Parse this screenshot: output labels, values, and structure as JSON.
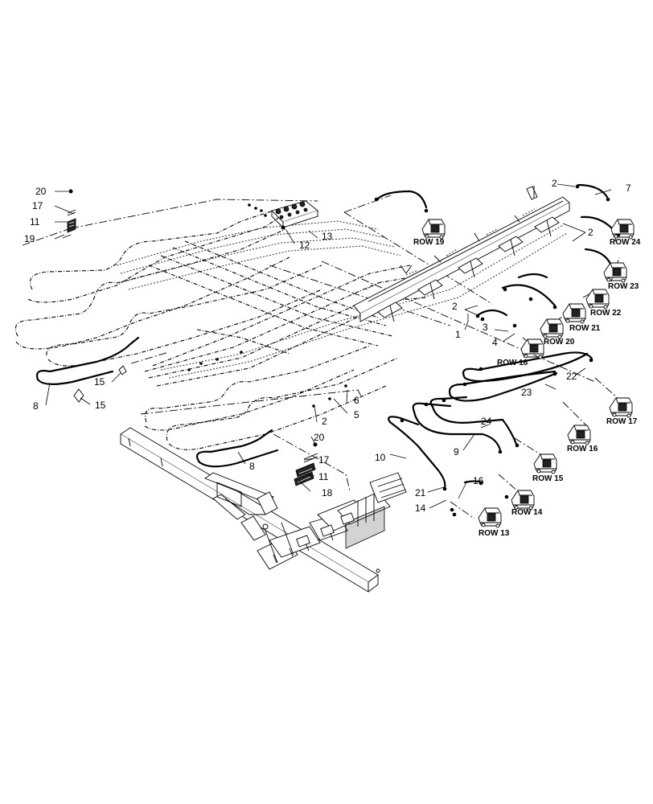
{
  "callouts": {
    "c1": "1",
    "c2a": "2",
    "c2b": "2",
    "c2c": "2",
    "c2d": "2",
    "c3": "3",
    "c4": "4",
    "c5": "5",
    "c6": "6",
    "c7": "7",
    "c8a": "8",
    "c8b": "8",
    "c9": "9",
    "c10": "10",
    "c11a": "11",
    "c11b": "11",
    "c12": "12",
    "c13": "13",
    "c14": "14",
    "c15a": "15",
    "c15b": "15",
    "c16": "16",
    "c17a": "17",
    "c17b": "17",
    "c18": "18",
    "c19": "19",
    "c20a": "20",
    "c20b": "20",
    "c21": "21",
    "c22": "22",
    "c23": "23",
    "c24": "24"
  },
  "rows": {
    "r13": "ROW 13",
    "r14": "ROW 14",
    "r15": "ROW 15",
    "r16": "ROW 16",
    "r17": "ROW 17",
    "r18": "ROW 18",
    "r19": "ROW 19",
    "r20": "ROW 20",
    "r21": "ROW 21",
    "r22": "ROW 22",
    "r23": "ROW 23",
    "r24": "ROW 24"
  },
  "icons": {
    "row_unit": "row-unit-meter-icon",
    "manifold": "manifold-block-icon",
    "fitting": "hose-fitting-icon",
    "clamp": "hose-clamp-icon",
    "toolbar": "toolbar-frame-icon"
  }
}
